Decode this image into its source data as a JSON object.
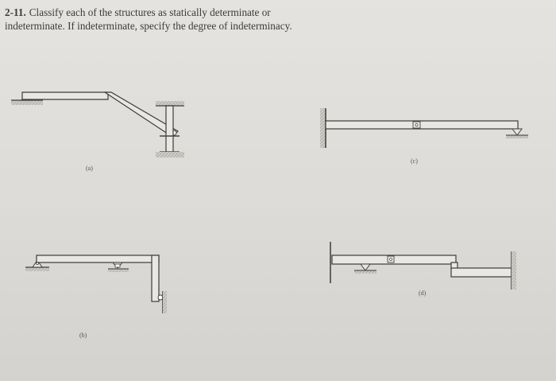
{
  "problem": {
    "number": "2-11.",
    "text": "Classify each of the structures as statically determinate or indeterminate. If indeterminate, specify the degree of indeterminacy."
  },
  "figures": {
    "a": {
      "label": "(a)"
    },
    "b": {
      "label": "(b)"
    },
    "c": {
      "label": "(c)"
    },
    "d": {
      "label": "(d)"
    }
  }
}
